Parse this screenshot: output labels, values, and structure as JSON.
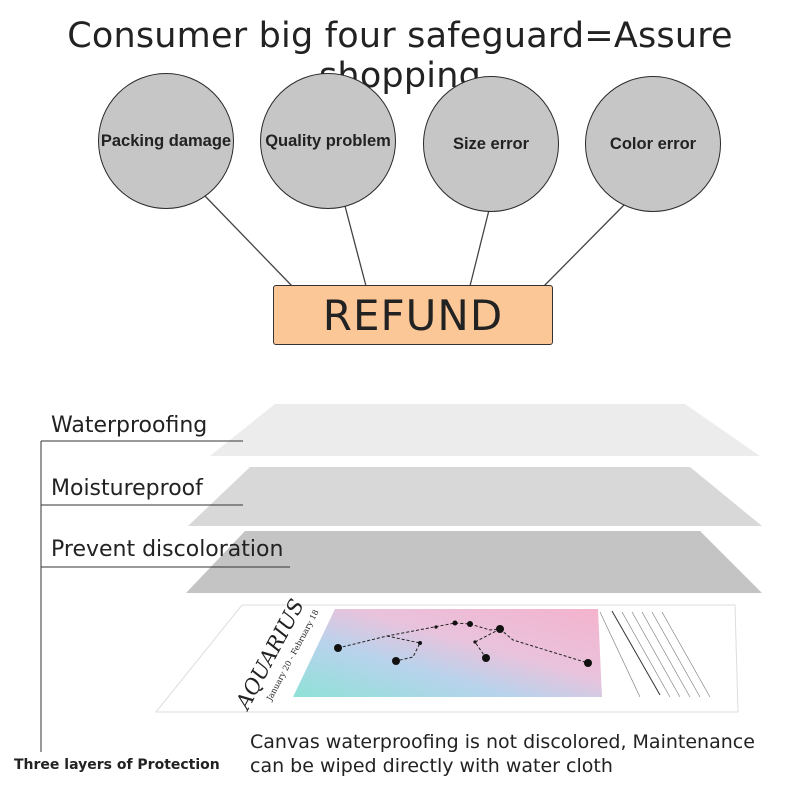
{
  "title": "Consumer big four safeguard=Assure shopping",
  "circles": [
    {
      "label": "Packing damage"
    },
    {
      "label": "Quality problem"
    },
    {
      "label": "Size error"
    },
    {
      "label": "Color error"
    }
  ],
  "refund_label": "REFUND",
  "layers": [
    {
      "label": "Waterproofing"
    },
    {
      "label": "Moistureproof"
    },
    {
      "label": "Prevent discoloration"
    }
  ],
  "poster": {
    "title": "AQUARIUS",
    "dates": "January 20 - February 18"
  },
  "bottom_left_label": "Three layers of Protection",
  "bottom_text": "Canvas waterproofing is not discolored, Maintenance can be wiped directly with water cloth",
  "colors": {
    "circle_fill": "#c6c6c6",
    "refund_fill": "#fcc797"
  }
}
